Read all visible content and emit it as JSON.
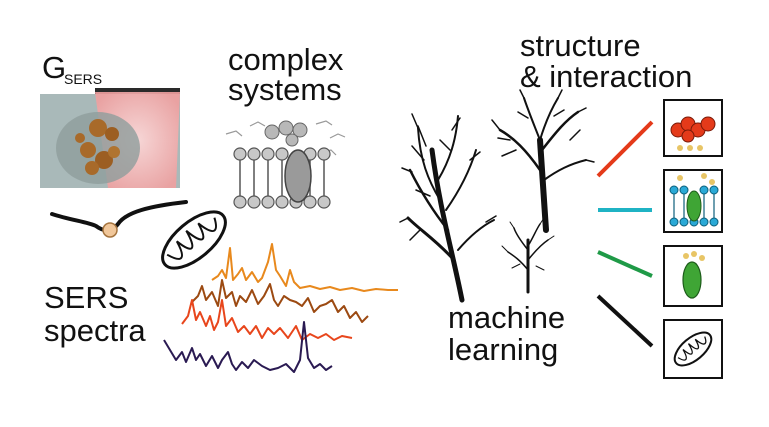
{
  "labels": {
    "g_main": "G",
    "g_sub": "SERS",
    "complex_1": "complex",
    "complex_2": "systems",
    "structure_1": "structure",
    "structure_2": "& interaction",
    "sers_1": "SERS",
    "sers_2": "spectra",
    "ml_1": "machine",
    "ml_2": "learning"
  },
  "colors": {
    "spectrum_1": "#e8891d",
    "spectrum_2": "#9c4a12",
    "spectrum_3": "#e8461c",
    "spectrum_4": "#2a1a52",
    "line_red": "#e43a1a",
    "line_cyan": "#1fb3c4",
    "line_green": "#1f9a47",
    "line_black": "#111111",
    "nanoparticle": "#a86a2a",
    "membrane_gray": "#9a9a9a",
    "protein_green": "#3fa535",
    "membrane_cyan": "#2aa9d6",
    "laser_pink": "#f5a8a8"
  },
  "icons": [
    "sers-microscope-image",
    "membrane-bilayer-icon",
    "mitochondrion-icon",
    "tree-icon",
    "molecule-icon",
    "cell-membrane-icon",
    "protein-icon"
  ]
}
